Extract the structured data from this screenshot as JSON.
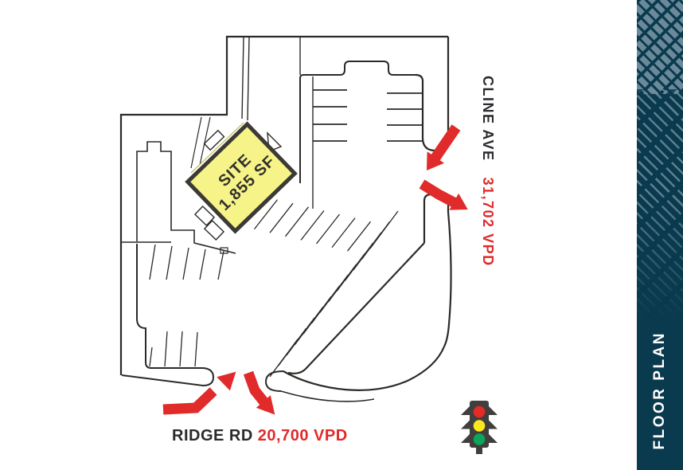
{
  "site": {
    "line1": "SITE",
    "line2": "1,855 SF"
  },
  "roads": {
    "cline": {
      "name": "CLINE AVE",
      "vpd": "31,702 VPD"
    },
    "ridge": {
      "name": "RIDGE RD",
      "vpd": "20,700 VPD"
    }
  },
  "sidebar": {
    "label": "FLOOR PLAN"
  },
  "colors": {
    "accent_red": "#e12a2a",
    "site_fill": "#f6f388",
    "site_border": "#3c3a35",
    "site_text": "#34312c",
    "ink": "#2b2a27",
    "text_dark": "#2b2a2e",
    "sidebar_bg": "#093a4e",
    "hatch": "#74909f",
    "storefront": "#c5bf5e",
    "traffic_body": "#413f3d",
    "light_red": "#e52b26",
    "light_yellow": "#ffe71f",
    "light_green": "#0ba659"
  }
}
